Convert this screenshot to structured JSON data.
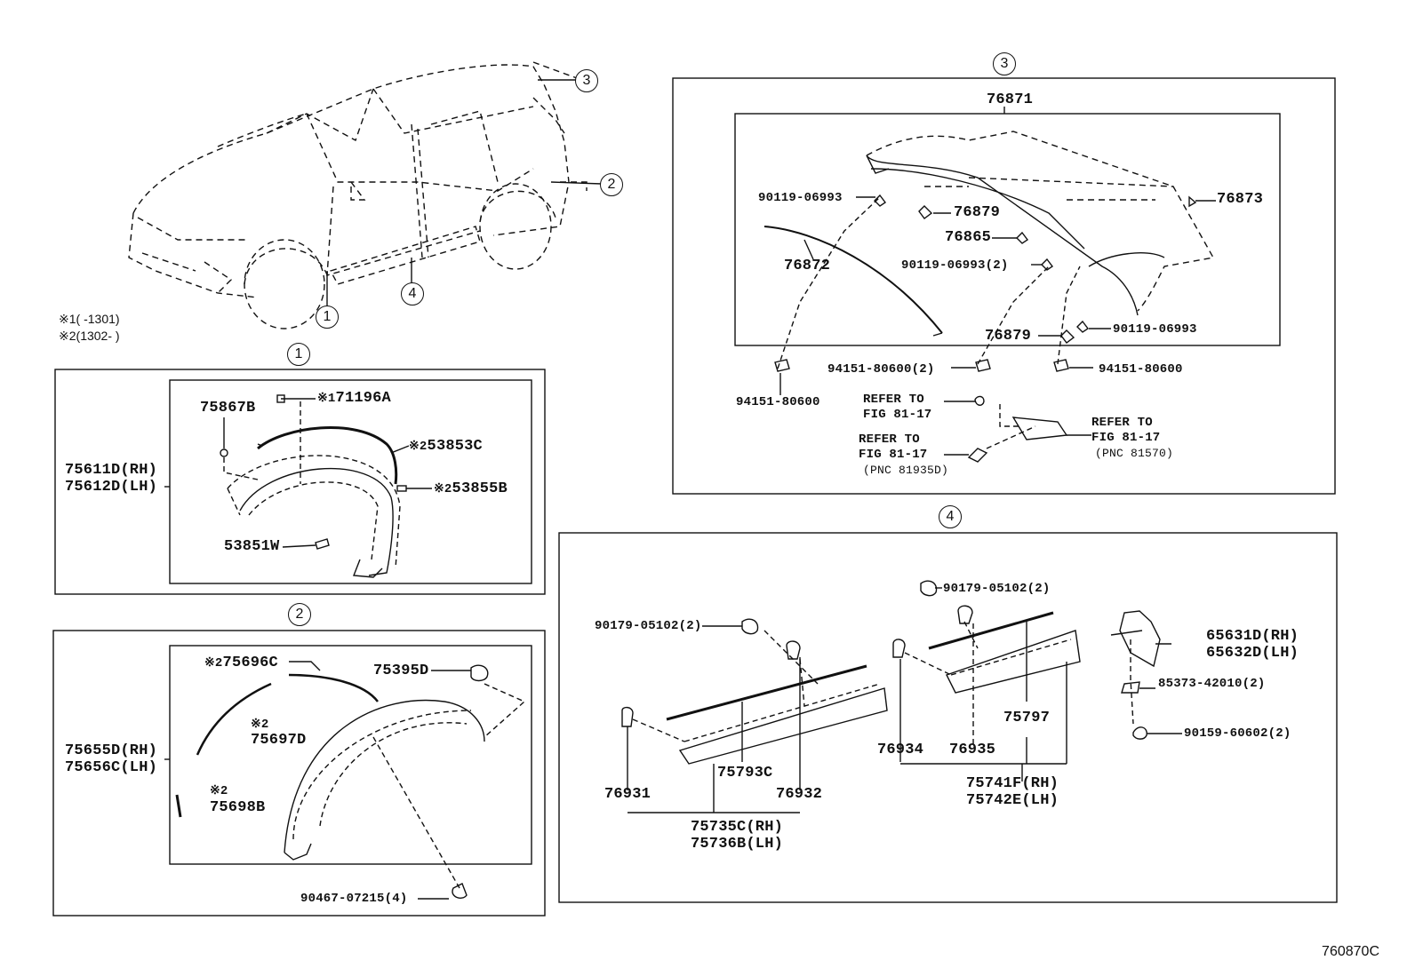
{
  "callouts": {
    "c1": "1",
    "c2": "2",
    "c3": "3",
    "c4": "4"
  },
  "notes": {
    "n1_mark": "※1",
    "n1_text": "(   -1301)",
    "n2_mark": "※2",
    "n2_text": "(1302-   )"
  },
  "group1": {
    "title": "1",
    "part_left_a": "75611D(RH)",
    "part_left_b": "75612D(LH)",
    "p_75867B": "75867B",
    "p_71196A_mark": "※1",
    "p_71196A": "71196A",
    "p_53853C_mark": "※2",
    "p_53853C": "53853C",
    "p_53855B_mark": "※2",
    "p_53855B": "53855B",
    "p_53851W": "53851W"
  },
  "group2": {
    "title": "2",
    "part_left_a": "75655D(RH)",
    "part_left_b": "75656C(LH)",
    "p_75696C_mark": "※2",
    "p_75696C": "75696C",
    "p_75395D": "75395D",
    "p_75697D_mark": "※2",
    "p_75697D": "75697D",
    "p_75698B_mark": "※2",
    "p_75698B": "75698B",
    "p_90467": "90467-07215(4)"
  },
  "group3": {
    "title": "3",
    "p_76871": "76871",
    "p_90119_a": "90119-06993",
    "p_76879_a": "76879",
    "p_76873": "76873",
    "p_76865": "76865",
    "p_76872": "76872",
    "p_90119_b": "90119-06993(2)",
    "p_76879_b": "76879",
    "p_90119_c": "90119-06993",
    "p_94151_a": "94151-80600(2)",
    "p_94151_b": "94151-80600",
    "p_94151_c": "94151-80600",
    "refer1_a": "REFER TO",
    "refer1_b": "FIG 81-17",
    "refer2_a": "REFER TO",
    "refer2_b": "FIG 81-17",
    "refer2_c": "(PNC 81935D)",
    "refer3_a": "REFER TO",
    "refer3_b": "FIG 81-17",
    "refer3_c": "(PNC 81570)"
  },
  "group4": {
    "title": "4",
    "p_90179_a": "90179-05102(2)",
    "p_90179_b": "90179-05102(2)",
    "p_65631D": "65631D(RH)",
    "p_65632D": "65632D(LH)",
    "p_85373": "85373-42010(2)",
    "p_90159": "90159-60602(2)",
    "p_75797": "75797",
    "p_76934": "76934",
    "p_76935": "76935",
    "p_75741F": "75741F(RH)",
    "p_75742E": "75742E(LH)",
    "p_76931": "76931",
    "p_75793C": "75793C",
    "p_76932": "76932",
    "p_75735C": "75735C(RH)",
    "p_75736B": "75736B(LH)"
  },
  "footer": {
    "code": "760870C"
  }
}
